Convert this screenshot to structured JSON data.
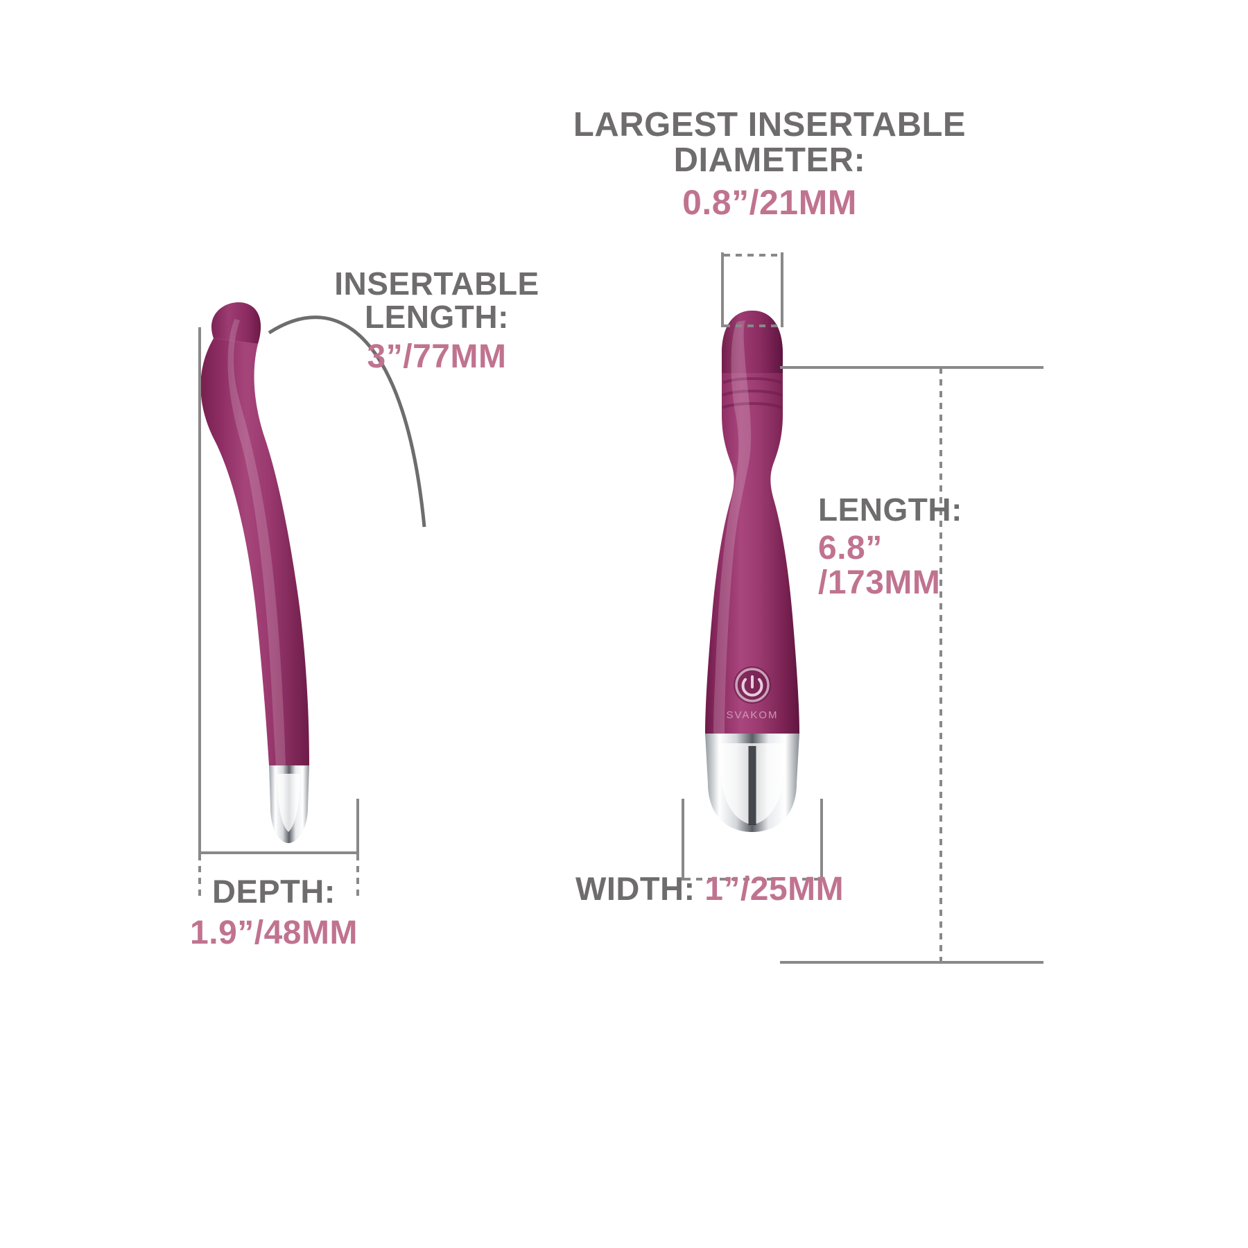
{
  "page": {
    "kind": "product-dimension-diagram",
    "background_color": "#ffffff",
    "label_color": "#6e6c6c",
    "value_color": "#c0738f",
    "guide_color": "#8a8888",
    "product_body_color": "#8d2d63",
    "product_highlight_color": "#a8447c",
    "product_base_color": "#c9cbce"
  },
  "callouts": {
    "insertable_diameter": {
      "label": "LARGEST INSERTABLE DIAMETER:",
      "label_line1": "LARGEST INSERTABLE",
      "label_line2": "DIAMETER:",
      "value": "0.8”/21mm"
    },
    "insertable_length": {
      "label": "INSERTABLE LENGTH:",
      "label_line1": "INSERTABLE",
      "label_line2": "LENGTH:",
      "value": "3”/77mm"
    },
    "length": {
      "label": "LENGTH:",
      "value_line1": "6.8”",
      "value_line2": "/173mm",
      "value": "6.8”/173mm"
    },
    "depth": {
      "label": "DEPTH:",
      "value": "1.9”/48mm"
    },
    "width": {
      "label": "WIDTH:",
      "value": "1”/25mm"
    }
  },
  "product": {
    "brand_mark": "SVAKOM",
    "power_icon": "power-button-icon",
    "views": [
      {
        "name": "side-profile-view",
        "orientation": "curved-side"
      },
      {
        "name": "front-flat-view",
        "orientation": "front"
      }
    ]
  }
}
